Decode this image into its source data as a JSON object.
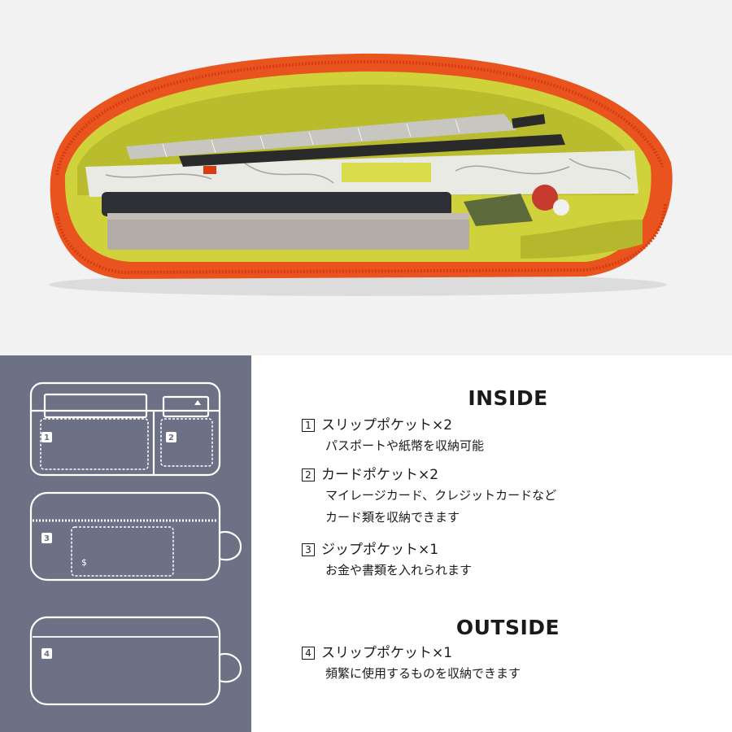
{
  "photo": {
    "subject": "open-travel-pouch-photo",
    "colors": {
      "background": "#f2f2f2",
      "shell": "#e8531e",
      "zipper": "#d83a14",
      "lining": "#cfd23a"
    }
  },
  "diagram": {
    "background": "#6d7186",
    "stroke": "#ffffff",
    "labels": [
      "1",
      "2",
      "3",
      "4"
    ],
    "currency_symbol": "$"
  },
  "inside": {
    "heading": "INSIDE",
    "items": [
      {
        "number": "1",
        "title": "スリップポケット×2",
        "desc": [
          "パスポートや紙幣を収納可能"
        ]
      },
      {
        "number": "2",
        "title": "カードポケット×2",
        "desc": [
          "マイレージカード、クレジットカードなど",
          "カード類を収納できます"
        ]
      },
      {
        "number": "3",
        "title": "ジップポケット×1",
        "desc": [
          "お金や書類を入れられます"
        ]
      }
    ]
  },
  "outside": {
    "heading": "OUTSIDE",
    "items": [
      {
        "number": "4",
        "title": "スリップポケット×1",
        "desc": [
          "頻繁に使用するものを収納できます"
        ]
      }
    ]
  }
}
